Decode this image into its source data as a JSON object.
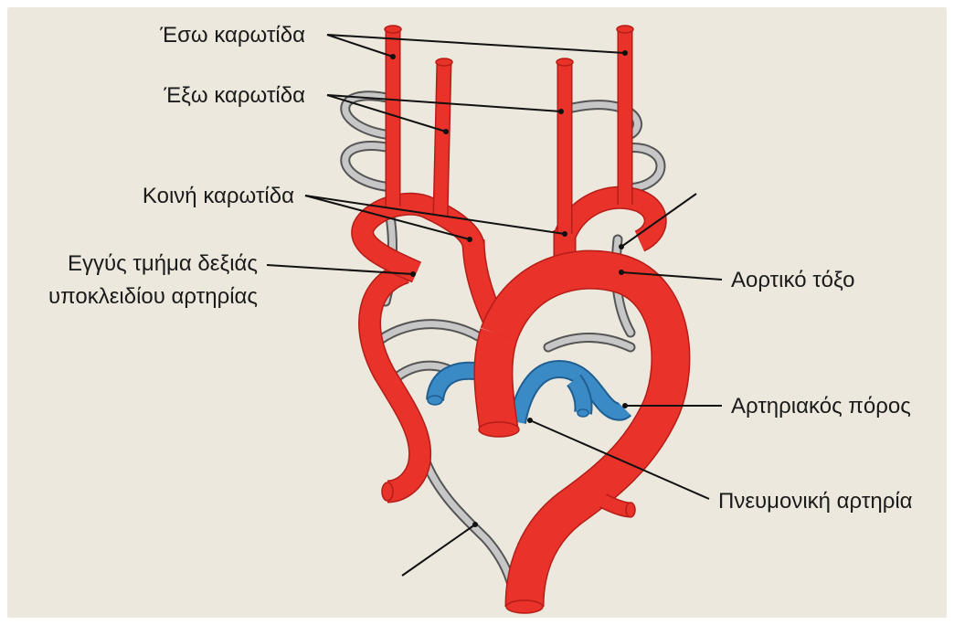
{
  "colors": {
    "background": "#ece8dd",
    "artery_red": "#e8322a",
    "artery_red_dark": "#b51d17",
    "vein_blue": "#3a8ac6",
    "vein_blue_dark": "#1f5f92",
    "regressed_gray": "#c7c7c7",
    "regressed_gray_outline": "#555555",
    "leader_line": "#111111"
  },
  "labels": {
    "internal_carotid": "Έσω καρωτίδα",
    "external_carotid": "Έξω καρωτίδα",
    "common_carotid": "Κοινή καρωτίδα",
    "proximal_right_subclavian_line1": "Εγγύς τμήμα δεξιάς",
    "proximal_right_subclavian_line2": "υποκλειδίου αρτηρίας",
    "aortic_arch": "Αορτικό τόξο",
    "ductus_arteriosus": "Αρτηριακός πόρος",
    "pulmonary_artery": "Πνευμονική αρτηρία"
  }
}
